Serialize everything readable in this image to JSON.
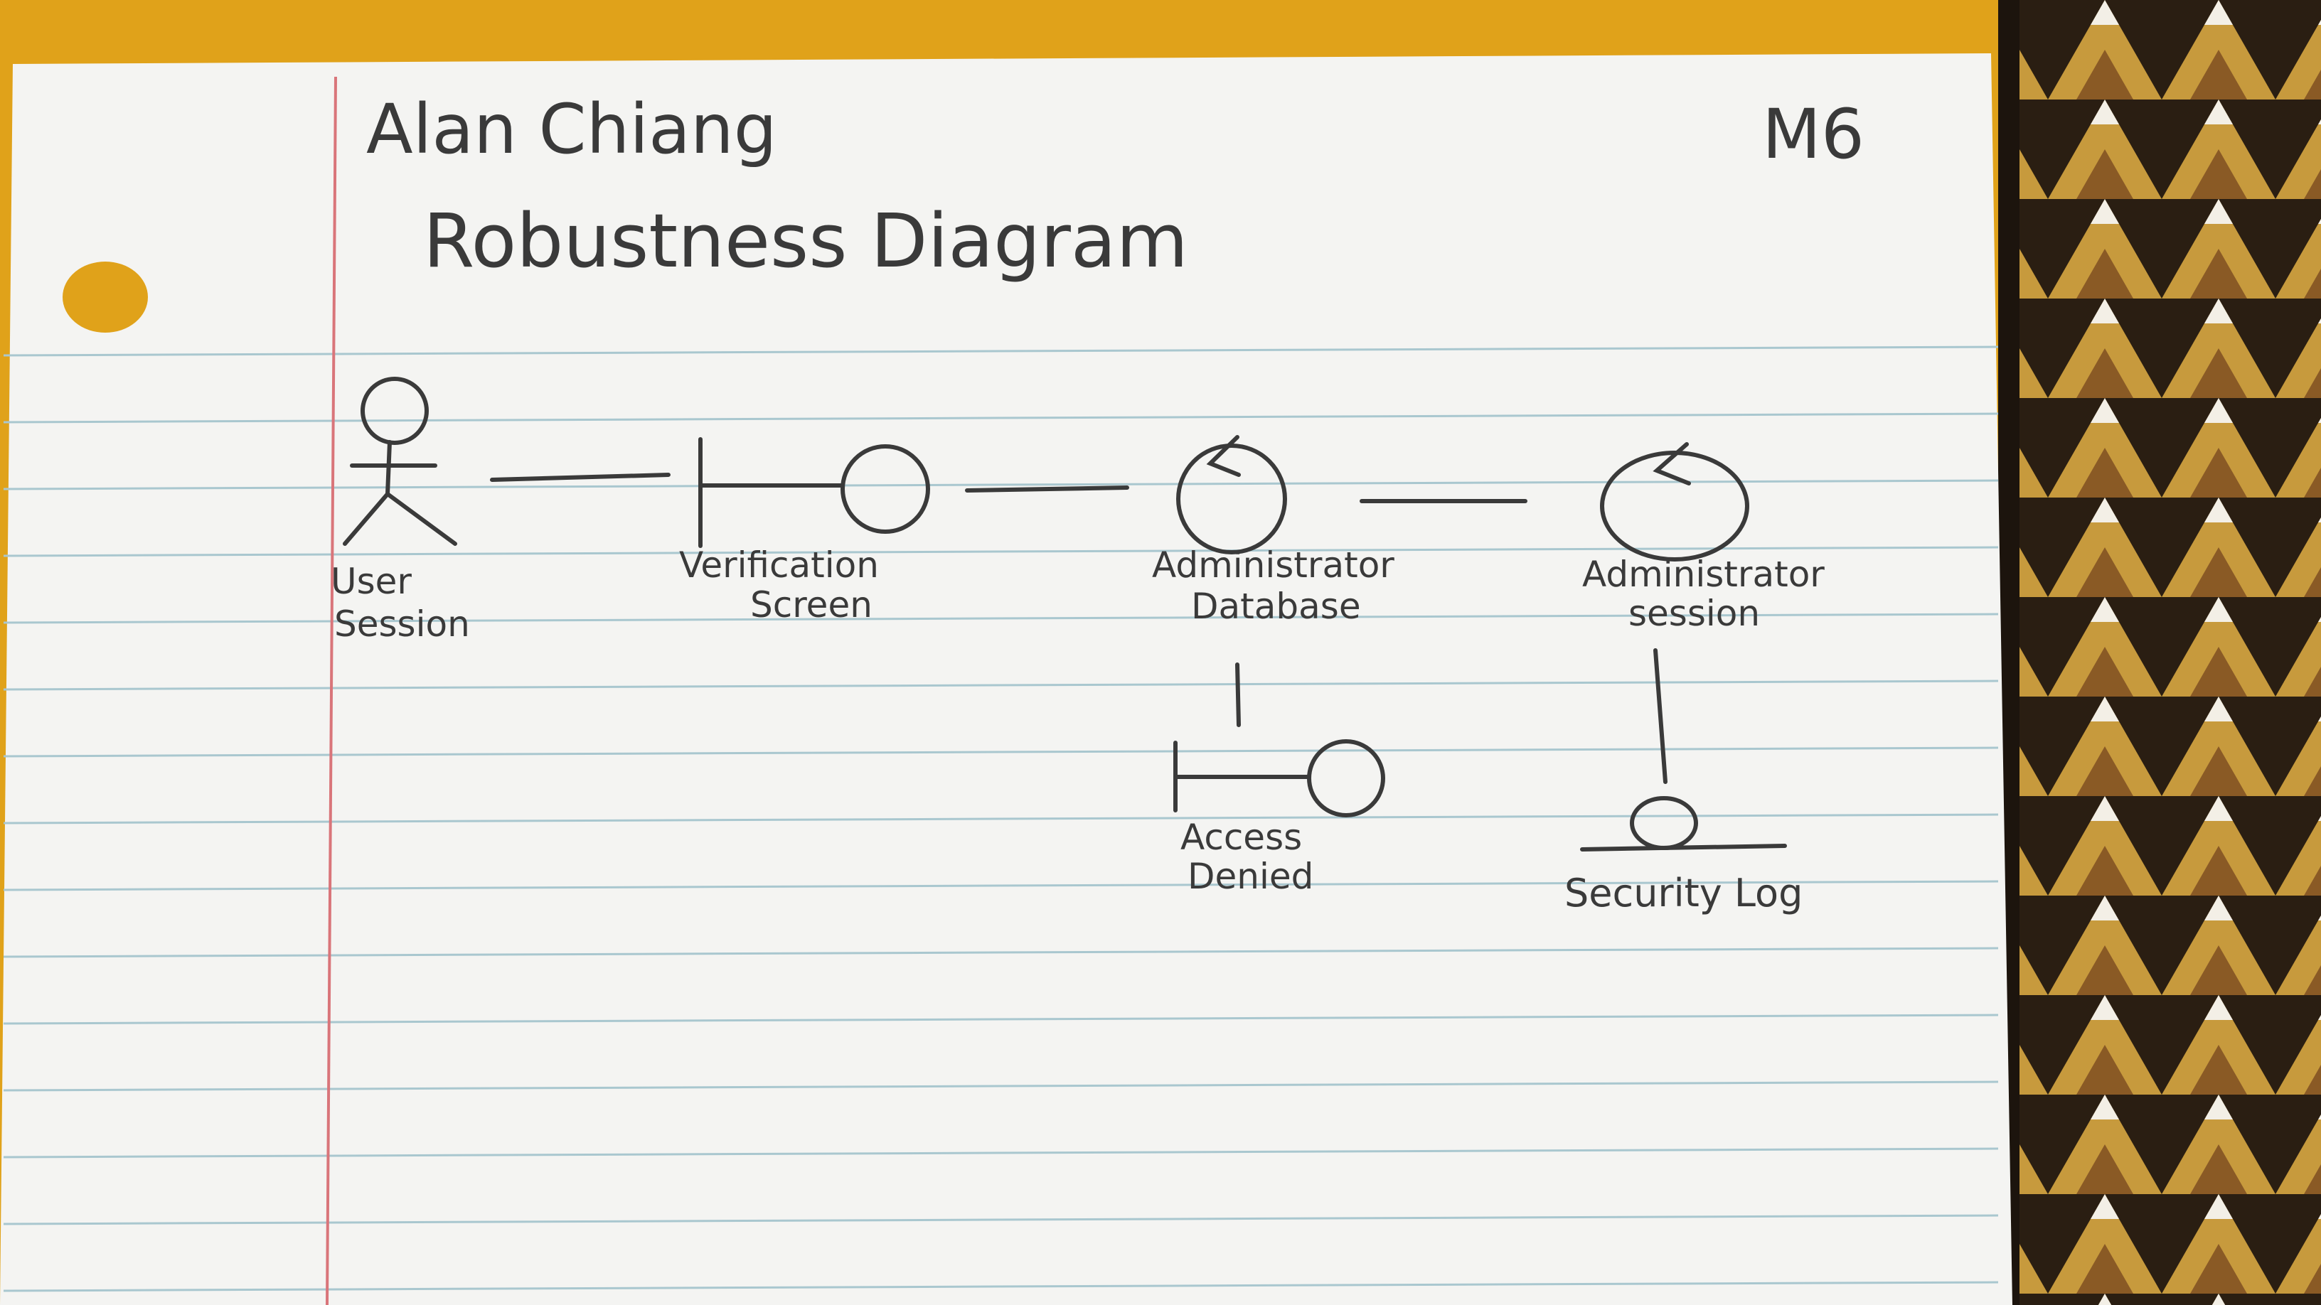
{
  "header": {
    "author": "Alan Chiang",
    "title": "Robustness Diagram",
    "code": "M6"
  },
  "nodes": {
    "user_session": {
      "type": "actor",
      "label_line1": "User",
      "label_line2": "Session"
    },
    "verification_screen": {
      "type": "boundary",
      "label_line1": "Verification",
      "label_line2": "Screen"
    },
    "administrator_database": {
      "type": "control",
      "label_line1": "Administrator",
      "label_line2": "Database"
    },
    "administrator_session": {
      "type": "control",
      "label_line1": "Administrator",
      "label_line2": "session"
    },
    "access_denied": {
      "type": "boundary",
      "label_line1": "Access",
      "label_line2": "Denied"
    },
    "security_log": {
      "type": "entity",
      "label_line1": "Security Log"
    }
  },
  "edges": [
    {
      "from": "user_session",
      "to": "verification_screen"
    },
    {
      "from": "verification_screen",
      "to": "administrator_database"
    },
    {
      "from": "administrator_database",
      "to": "administrator_session"
    },
    {
      "from": "administrator_database",
      "to": "access_denied"
    },
    {
      "from": "administrator_session",
      "to": "security_log"
    }
  ],
  "colors": {
    "background": "#e0a21a",
    "paper": "#f4f4f2",
    "rule_line": "#a9c7cf",
    "margin_line": "#d9757a",
    "pencil": "#3a3a3a",
    "folder_dark": "#2a1e12",
    "folder_tri": "#c79a3d"
  }
}
